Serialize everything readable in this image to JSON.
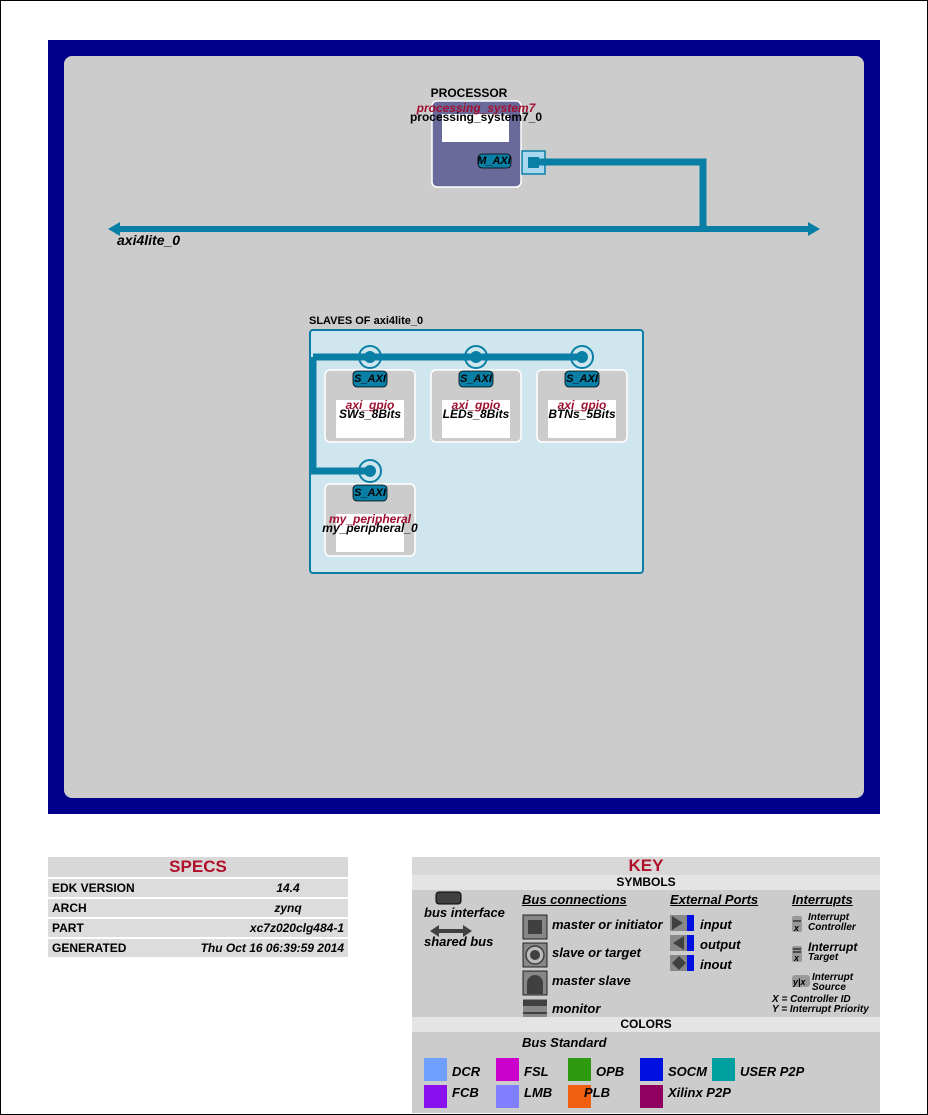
{
  "diagram": {
    "processor": {
      "header": "PROCESSOR",
      "type": "processing_system7",
      "instance": "processing_system7_0",
      "port": "M_AXI"
    },
    "bus": {
      "name": "axi4lite_0"
    },
    "slaves_group": {
      "title": "SLAVES OF axi4lite_0",
      "slaves": [
        {
          "port": "S_AXI",
          "type": "axi_gpio",
          "instance": "SWs_8Bits"
        },
        {
          "port": "S_AXI",
          "type": "axi_gpio",
          "instance": "LEDs_8Bits"
        },
        {
          "port": "S_AXI",
          "type": "axi_gpio",
          "instance": "BTNs_5Bits"
        },
        {
          "port": "S_AXI",
          "type": "my_peripheral",
          "instance": "my_peripheral_0"
        }
      ]
    },
    "colors": {
      "frame": "#00008b",
      "canvas": "#cccccc",
      "bus": "#0a7fa5",
      "processor": "#6a6a9a",
      "slave_group": "#d0e6ee",
      "type_label": "#a01030"
    }
  },
  "specs": {
    "title": "SPECS",
    "rows": [
      {
        "key": "EDK VERSION",
        "value": "14.4"
      },
      {
        "key": "ARCH",
        "value": "zynq"
      },
      {
        "key": "PART",
        "value": "xc7z020clg484-1"
      },
      {
        "key": "GENERATED",
        "value": "Thu Oct 16 06:39:59 2014"
      }
    ]
  },
  "key": {
    "title": "KEY",
    "symbols_header": "SYMBOLS",
    "bus_interface": "bus interface",
    "shared_bus": "shared bus",
    "bus_connections": {
      "header": "Bus connections",
      "items": [
        "master or initiator",
        "slave or target",
        "master slave",
        "monitor"
      ]
    },
    "external_ports": {
      "header": "External Ports",
      "items": [
        "input",
        "output",
        "inout"
      ]
    },
    "interrupts": {
      "header": "Interrupts",
      "controller": [
        "Interrupt",
        "Controller"
      ],
      "target": [
        "Interrupt",
        "Target"
      ],
      "source": [
        "Interrupt",
        "Source"
      ],
      "x_mark": "x",
      "yx_mark": "y|x",
      "x_note": "X = Controller ID",
      "y_note": "Y = Interrupt Priority"
    },
    "colors_header": "COLORS",
    "bus_standard": "Bus Standard",
    "swatches": [
      {
        "label": "DCR",
        "color": "#6fa0ff"
      },
      {
        "label": "FSL",
        "color": "#cc00cc"
      },
      {
        "label": "OPB",
        "color": "#2e9a10"
      },
      {
        "label": "SOCM",
        "color": "#0010e0"
      },
      {
        "label": "USER P2P",
        "color": "#00a0a0"
      },
      {
        "label": "FCB",
        "color": "#8a10f0"
      },
      {
        "label": "LMB",
        "color": "#8080ff"
      },
      {
        "label": "PLB",
        "color": "#f06010"
      },
      {
        "label": "Xilinx P2P",
        "color": "#900060"
      }
    ]
  }
}
